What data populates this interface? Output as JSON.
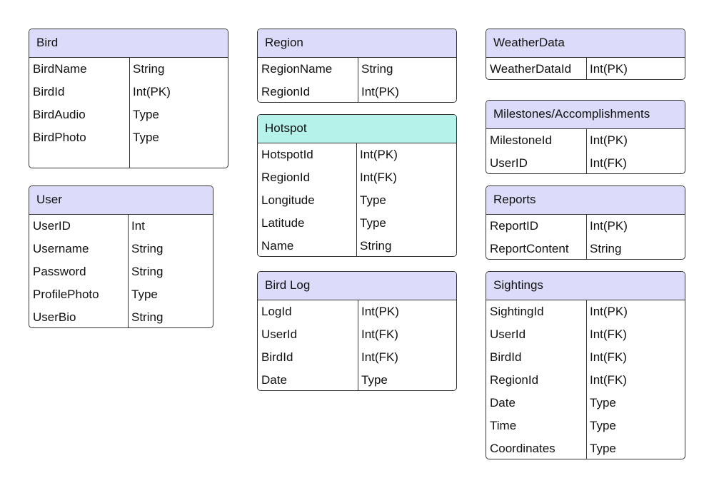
{
  "entities": {
    "bird": {
      "title": "Bird",
      "fields": [
        {
          "name": "BirdName",
          "type": "String"
        },
        {
          "name": "BirdId",
          "type": "Int(PK)"
        },
        {
          "name": "BirdAudio",
          "type": "Type"
        },
        {
          "name": "BirdPhoto",
          "type": "Type"
        }
      ]
    },
    "user": {
      "title": "User",
      "fields": [
        {
          "name": "UserID",
          "type": "Int"
        },
        {
          "name": "Username",
          "type": "String"
        },
        {
          "name": "Password",
          "type": "String"
        },
        {
          "name": "ProfilePhoto",
          "type": "Type"
        },
        {
          "name": "UserBio",
          "type": "String"
        }
      ]
    },
    "region": {
      "title": "Region",
      "fields": [
        {
          "name": "RegionName",
          "type": "String"
        },
        {
          "name": "RegionId",
          "type": "Int(PK)"
        }
      ]
    },
    "hotspot": {
      "title": "Hotspot",
      "fields": [
        {
          "name": "HotspotId",
          "type": "Int(PK)"
        },
        {
          "name": "RegionId",
          "type": "Int(FK)"
        },
        {
          "name": "Longitude",
          "type": "Type"
        },
        {
          "name": "Latitude",
          "type": "Type"
        },
        {
          "name": "Name",
          "type": "String"
        }
      ]
    },
    "birdlog": {
      "title": "Bird Log",
      "fields": [
        {
          "name": "LogId",
          "type": "Int(PK)"
        },
        {
          "name": "UserId",
          "type": "Int(FK)"
        },
        {
          "name": "BirdId",
          "type": "Int(FK)"
        },
        {
          "name": "Date",
          "type": "Type"
        }
      ]
    },
    "weatherdata": {
      "title": "WeatherData",
      "fields": [
        {
          "name": "WeatherDataId",
          "type": "Int(PK)"
        }
      ]
    },
    "milestones": {
      "title": "Milestones/Accomplishments",
      "fields": [
        {
          "name": "MilestoneId",
          "type": "Int(PK)"
        },
        {
          "name": "UserID",
          "type": "Int(FK)"
        }
      ]
    },
    "reports": {
      "title": "Reports",
      "fields": [
        {
          "name": "ReportID",
          "type": "Int(PK)"
        },
        {
          "name": "ReportContent",
          "type": "String"
        }
      ]
    },
    "sightings": {
      "title": "Sightings",
      "fields": [
        {
          "name": "SightingId",
          "type": "Int(PK)"
        },
        {
          "name": "UserId",
          "type": "Int(FK)"
        },
        {
          "name": "BirdId",
          "type": "Int(FK)"
        },
        {
          "name": "RegionId",
          "type": "Int(FK)"
        },
        {
          "name": "Date",
          "type": "Type"
        },
        {
          "name": "Time",
          "type": "Type"
        },
        {
          "name": "Coordinates",
          "type": "Type"
        }
      ]
    }
  }
}
